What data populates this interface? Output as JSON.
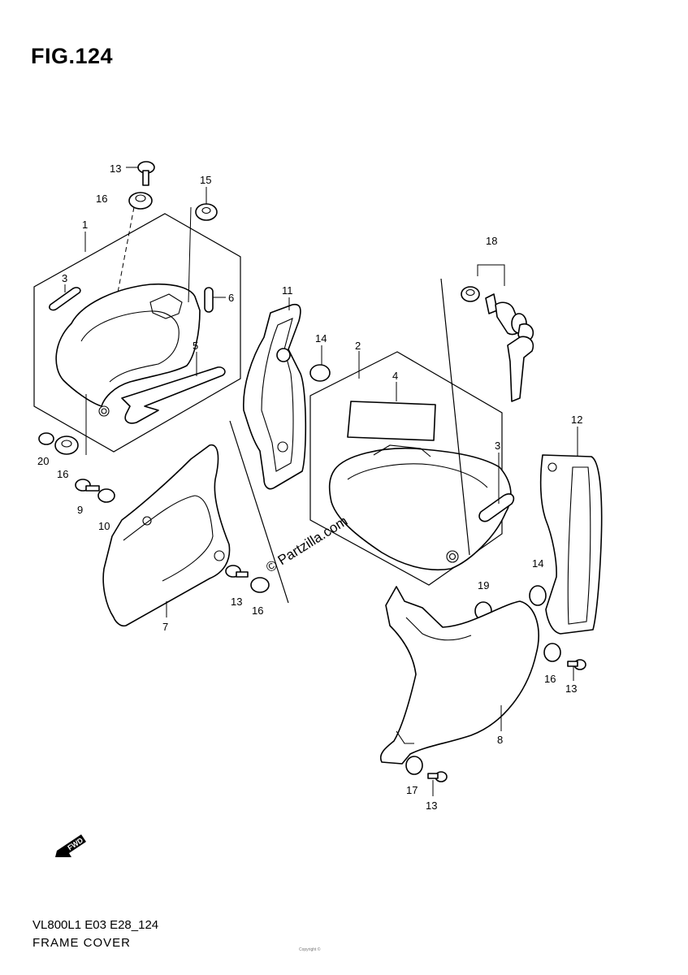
{
  "figure": {
    "title": "FIG.124",
    "model_code": "VL800L1 E03 E28_124",
    "group_name": "FRAME COVER",
    "watermark": "© Partzilla.com",
    "fwd_label": "FWD",
    "footer_small": "Copyright ©"
  },
  "callouts": [
    {
      "id": "c1",
      "label": "1"
    },
    {
      "id": "c2",
      "label": "2"
    },
    {
      "id": "c3a",
      "label": "3"
    },
    {
      "id": "c3b",
      "label": "3"
    },
    {
      "id": "c4",
      "label": "4"
    },
    {
      "id": "c5",
      "label": "5"
    },
    {
      "id": "c6",
      "label": "6"
    },
    {
      "id": "c7",
      "label": "7"
    },
    {
      "id": "c8",
      "label": "8"
    },
    {
      "id": "c9",
      "label": "9"
    },
    {
      "id": "c10",
      "label": "10"
    },
    {
      "id": "c11",
      "label": "11"
    },
    {
      "id": "c12",
      "label": "12"
    },
    {
      "id": "c13a",
      "label": "13"
    },
    {
      "id": "c13b",
      "label": "13"
    },
    {
      "id": "c13c",
      "label": "13"
    },
    {
      "id": "c13d",
      "label": "13"
    },
    {
      "id": "c14a",
      "label": "14"
    },
    {
      "id": "c14b",
      "label": "14"
    },
    {
      "id": "c15",
      "label": "15"
    },
    {
      "id": "c16a",
      "label": "16"
    },
    {
      "id": "c16b",
      "label": "16"
    },
    {
      "id": "c16c",
      "label": "16"
    },
    {
      "id": "c16d",
      "label": "16"
    },
    {
      "id": "c17",
      "label": "17"
    },
    {
      "id": "c18",
      "label": "18"
    },
    {
      "id": "c19",
      "label": "19"
    },
    {
      "id": "c20",
      "label": "20"
    }
  ]
}
